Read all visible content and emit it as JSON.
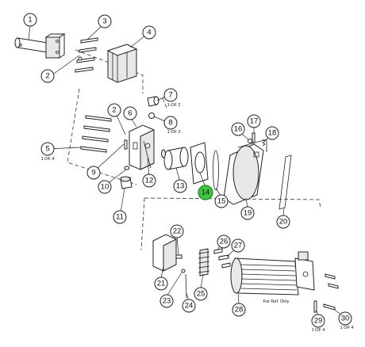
{
  "callouts": [
    {
      "id": "1",
      "label": "1"
    },
    {
      "id": "2a",
      "label": "2"
    },
    {
      "id": "3",
      "label": "3"
    },
    {
      "id": "4",
      "label": "4"
    },
    {
      "id": "2b",
      "label": "2"
    },
    {
      "id": "5",
      "label": "5"
    },
    {
      "id": "6",
      "label": "6"
    },
    {
      "id": "7",
      "label": "7"
    },
    {
      "id": "8",
      "label": "8"
    },
    {
      "id": "9",
      "label": "9"
    },
    {
      "id": "10",
      "label": "10"
    },
    {
      "id": "11",
      "label": "11"
    },
    {
      "id": "12",
      "label": "12"
    },
    {
      "id": "13",
      "label": "13"
    },
    {
      "id": "14",
      "label": "14"
    },
    {
      "id": "15",
      "label": "15"
    },
    {
      "id": "16",
      "label": "16"
    },
    {
      "id": "17",
      "label": "17"
    },
    {
      "id": "18",
      "label": "18"
    },
    {
      "id": "19",
      "label": "19"
    },
    {
      "id": "20",
      "label": "20"
    },
    {
      "id": "21",
      "label": "21"
    },
    {
      "id": "22",
      "label": "22"
    },
    {
      "id": "23",
      "label": "23"
    },
    {
      "id": "24",
      "label": "24"
    },
    {
      "id": "25",
      "label": "25"
    },
    {
      "id": "26",
      "label": "26"
    },
    {
      "id": "27",
      "label": "27"
    },
    {
      "id": "28",
      "label": "28"
    },
    {
      "id": "29",
      "label": "29"
    },
    {
      "id": "30",
      "label": "30"
    }
  ],
  "highlighted": "14",
  "colors": {
    "highlight": "#3fc43f",
    "highlight_stroke": "#1a8a1a",
    "line": "#222222"
  },
  "notes": {
    "n5": "1 OF 4",
    "n7": "1 OF 2",
    "n8": "1 OF 2",
    "n29": "1 OF 4",
    "n30": "1 OF 4",
    "for_ref": "For Ref. Only"
  }
}
